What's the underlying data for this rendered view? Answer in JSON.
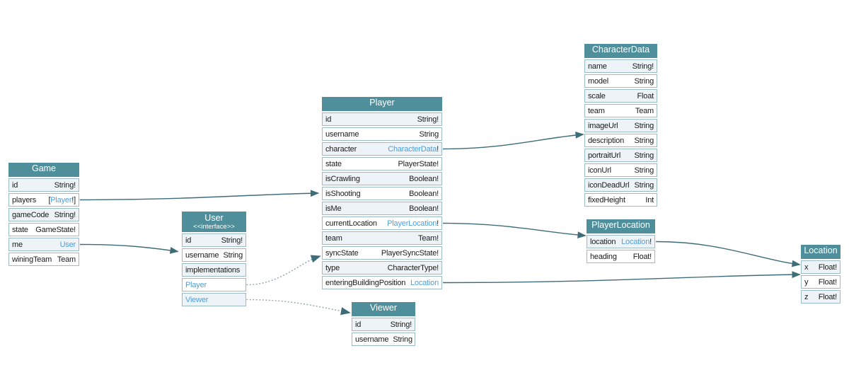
{
  "colors": {
    "header_bg": "#4f8f9c",
    "header_text": "#ffffff",
    "row_border": "#9bbcc5",
    "row_alt_bg": "#edf3f6",
    "row_bg": "#ffffff",
    "text": "#1b1b1b",
    "link": "#4d9fdb",
    "edge_solid": "#3e6d7a",
    "edge_dotted": "#8fa8b2",
    "canvas_bg": "#ffffff"
  },
  "diagram": {
    "tables": [
      {
        "id": "game",
        "title": "Game",
        "fields": [
          {
            "name": "id",
            "type": [
              {
                "text": "String!",
                "link": false
              }
            ]
          },
          {
            "name": "players",
            "type": [
              {
                "text": "[",
                "link": false
              },
              {
                "text": "Player",
                "link": true
              },
              {
                "text": "!]",
                "link": false
              }
            ]
          },
          {
            "name": "gameCode",
            "type": [
              {
                "text": "String!",
                "link": false
              }
            ]
          },
          {
            "name": "state",
            "type": [
              {
                "text": "GameState!",
                "link": false
              }
            ]
          },
          {
            "name": "me",
            "type": [
              {
                "text": "User",
                "link": true
              }
            ]
          },
          {
            "name": "winingTeam",
            "type": [
              {
                "text": "Team",
                "link": false
              }
            ]
          }
        ]
      },
      {
        "id": "user",
        "title": "User",
        "subtitle": "<<interface>>",
        "fields": [
          {
            "name": "id",
            "type": [
              {
                "text": "String!",
                "link": false
              }
            ]
          },
          {
            "name": "username",
            "type": [
              {
                "text": "String",
                "link": false
              }
            ]
          },
          {
            "name": "implementations",
            "type": []
          },
          {
            "name": "Player",
            "nameLink": true,
            "type": []
          },
          {
            "name": "Viewer",
            "nameLink": true,
            "type": []
          }
        ]
      },
      {
        "id": "player",
        "title": "Player",
        "fields": [
          {
            "name": "id",
            "type": [
              {
                "text": "String!",
                "link": false
              }
            ]
          },
          {
            "name": "username",
            "type": [
              {
                "text": "String",
                "link": false
              }
            ]
          },
          {
            "name": "character",
            "type": [
              {
                "text": "CharacterData",
                "link": true
              },
              {
                "text": "!",
                "link": false
              }
            ]
          },
          {
            "name": "state",
            "type": [
              {
                "text": "PlayerState!",
                "link": false
              }
            ]
          },
          {
            "name": "isCrawling",
            "type": [
              {
                "text": "Boolean!",
                "link": false
              }
            ]
          },
          {
            "name": "isShooting",
            "type": [
              {
                "text": "Boolean!",
                "link": false
              }
            ]
          },
          {
            "name": "isMe",
            "type": [
              {
                "text": "Boolean!",
                "link": false
              }
            ]
          },
          {
            "name": "currentLocation",
            "type": [
              {
                "text": "PlayerLocation",
                "link": true
              },
              {
                "text": "!",
                "link": false
              }
            ]
          },
          {
            "name": "team",
            "type": [
              {
                "text": "Team!",
                "link": false
              }
            ]
          },
          {
            "name": "syncState",
            "type": [
              {
                "text": "PlayerSyncState!",
                "link": false
              }
            ]
          },
          {
            "name": "type",
            "type": [
              {
                "text": "CharacterType!",
                "link": false
              }
            ]
          },
          {
            "name": "enteringBuildingPosition",
            "type": [
              {
                "text": "Location",
                "link": true
              }
            ]
          }
        ]
      },
      {
        "id": "viewer",
        "title": "Viewer",
        "fields": [
          {
            "name": "id",
            "type": [
              {
                "text": "String!",
                "link": false
              }
            ]
          },
          {
            "name": "username",
            "type": [
              {
                "text": "String",
                "link": false
              }
            ]
          }
        ]
      },
      {
        "id": "characterData",
        "title": "CharacterData",
        "fields": [
          {
            "name": "name",
            "type": [
              {
                "text": "String!",
                "link": false
              }
            ]
          },
          {
            "name": "model",
            "type": [
              {
                "text": "String",
                "link": false
              }
            ]
          },
          {
            "name": "scale",
            "type": [
              {
                "text": "Float",
                "link": false
              }
            ]
          },
          {
            "name": "team",
            "type": [
              {
                "text": "Team",
                "link": false
              }
            ]
          },
          {
            "name": "imageUrl",
            "type": [
              {
                "text": "String",
                "link": false
              }
            ]
          },
          {
            "name": "description",
            "type": [
              {
                "text": "String",
                "link": false
              }
            ]
          },
          {
            "name": "portraitUrl",
            "type": [
              {
                "text": "String",
                "link": false
              }
            ]
          },
          {
            "name": "iconUrl",
            "type": [
              {
                "text": "String",
                "link": false
              }
            ]
          },
          {
            "name": "iconDeadUrl",
            "type": [
              {
                "text": "String",
                "link": false
              }
            ]
          },
          {
            "name": "fixedHeight",
            "type": [
              {
                "text": "Int",
                "link": false
              }
            ]
          }
        ]
      },
      {
        "id": "playerLocation",
        "title": "PlayerLocation",
        "fields": [
          {
            "name": "location",
            "type": [
              {
                "text": "Location",
                "link": true
              },
              {
                "text": "!",
                "link": false
              }
            ]
          },
          {
            "name": "heading",
            "type": [
              {
                "text": "Float!",
                "link": false
              }
            ]
          }
        ]
      },
      {
        "id": "location",
        "title": "Location",
        "fields": [
          {
            "name": "x",
            "type": [
              {
                "text": "Float!",
                "link": false
              }
            ]
          },
          {
            "name": "y",
            "type": [
              {
                "text": "Float!",
                "link": false
              }
            ]
          },
          {
            "name": "z",
            "type": [
              {
                "text": "Float!",
                "link": false
              }
            ]
          }
        ]
      }
    ],
    "edges": [
      {
        "from": "game.players",
        "to": "player",
        "style": "solid"
      },
      {
        "from": "game.me",
        "to": "user",
        "style": "solid"
      },
      {
        "from": "player.character",
        "to": "characterData",
        "style": "solid"
      },
      {
        "from": "player.currentLocation",
        "to": "playerLocation",
        "style": "solid"
      },
      {
        "from": "player.enteringBuildingPosition",
        "to": "location",
        "style": "solid"
      },
      {
        "from": "playerLocation.location",
        "to": "location",
        "style": "solid"
      },
      {
        "from": "user.Player",
        "to": "player",
        "style": "dotted"
      },
      {
        "from": "user.Viewer",
        "to": "viewer",
        "style": "dotted"
      }
    ]
  }
}
